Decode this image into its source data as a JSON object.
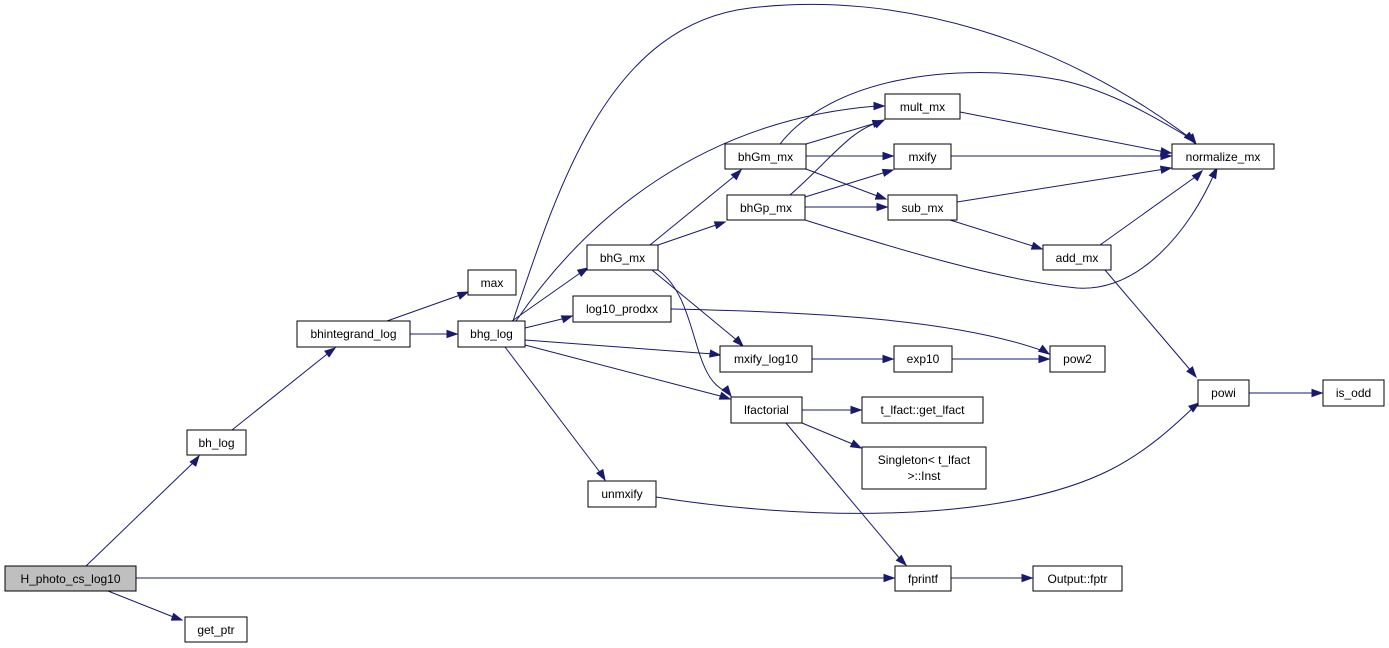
{
  "colors": {
    "edge": "#191970",
    "root_fill": "#bfbfbf",
    "node_fill": "#ffffff",
    "node_border": "#000000"
  },
  "nodes": {
    "H_photo_cs_log10": "H_photo_cs_log10",
    "bh_log": "bh_log",
    "get_ptr": "get_ptr",
    "bhintegrand_log": "bhintegrand_log",
    "max": "max",
    "bhg_log": "bhg_log",
    "bhG_mx": "bhG_mx",
    "log10_prodxx": "log10_prodxx",
    "unmxify": "unmxify",
    "bhGm_mx": "bhGm_mx",
    "bhGp_mx": "bhGp_mx",
    "mxify_log10": "mxify_log10",
    "lfactorial": "lfactorial",
    "mult_mx": "mult_mx",
    "mxify": "mxify",
    "sub_mx": "sub_mx",
    "exp10": "exp10",
    "t_lfact_get_lfact": "t_lfact::get_lfact",
    "singleton_line1": "Singleton< t_lfact",
    "singleton_line2": ">::Inst",
    "fprintf": "fprintf",
    "normalize_mx": "normalize_mx",
    "add_mx": "add_mx",
    "pow2": "pow2",
    "powi": "powi",
    "Output_fptr": "Output::fptr",
    "is_odd": "is_odd"
  }
}
